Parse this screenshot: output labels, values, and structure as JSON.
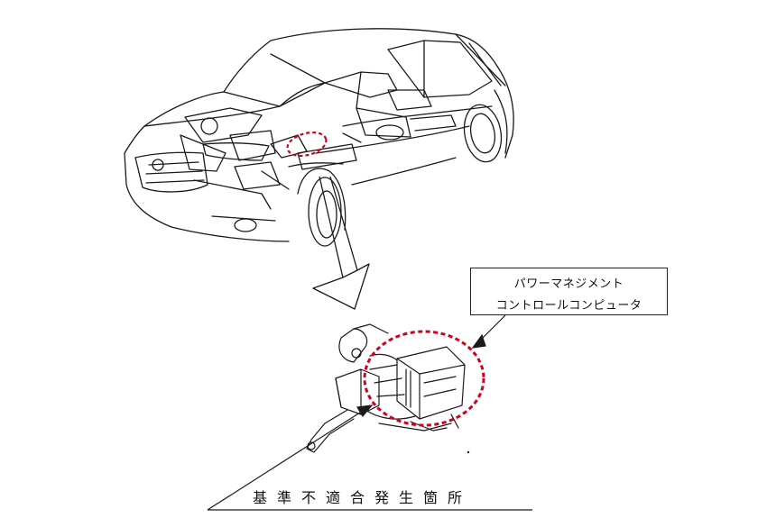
{
  "callout": {
    "line1": "パワーマネジメント",
    "line2": "コントロールコンピュータ"
  },
  "defect_label": "基準不適合発生箇所",
  "colors": {
    "line": "#1a1a1a",
    "highlight": "#d0021b"
  },
  "icons": [
    "car-illustration",
    "pmc-unit-illustration",
    "down-arrow"
  ]
}
